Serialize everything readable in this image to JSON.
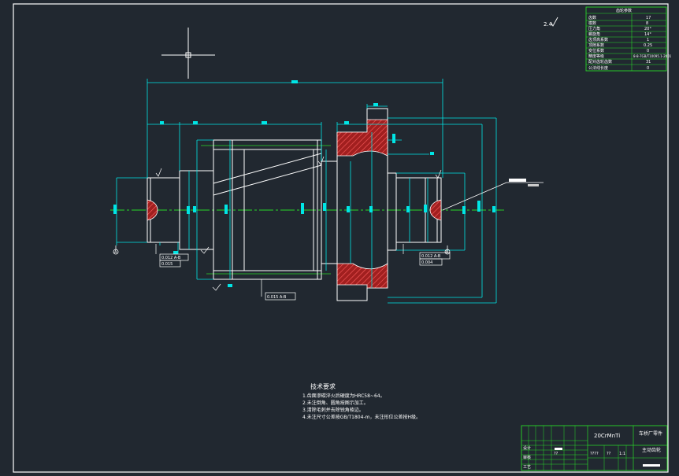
{
  "drawing": {
    "roughness_mark": "2.4",
    "tech_req": {
      "title": "技术要求",
      "items": [
        "1.齿面渗碳淬火后硬度为HRC58~64。",
        "2.未注倒角、圆角按图示加工。",
        "3.清除毛刺并去除锐角棱边。",
        "4.未注尺寸公差按GB/T1804-m，未注形位公差按H级。"
      ]
    },
    "gear_params": {
      "title": "齿轮参数",
      "rows": [
        [
          "齿数",
          "17"
        ],
        [
          "模数",
          "8"
        ],
        [
          "压力角",
          "20°"
        ],
        [
          "螺旋角",
          "14°"
        ],
        [
          "齿顶高系数",
          "1"
        ],
        [
          "顶隙系数",
          "0.25"
        ],
        [
          "变位系数",
          "0"
        ],
        [
          "精度等级",
          "8-8-7GB/T10095.1-2001"
        ],
        [
          "配对齿轮齿数",
          "31"
        ],
        [
          "公法线长度",
          "0"
        ]
      ]
    },
    "title_block": {
      "material": "20CrMnTi",
      "school": "车桥厂零件",
      "part_name": "主动齿轮",
      "scale": "1:1",
      "row_labels": [
        "设计",
        "审核",
        "工艺"
      ],
      "cells": [
        "????",
        "??",
        "??",
        "1:1"
      ]
    },
    "fcf": {
      "left_top": "0.012 A-B",
      "left_bottom": "0.015",
      "mid": "0.015 A-B",
      "right_top": "0.012 A-B",
      "right_bottom": "0.004"
    },
    "datums": {
      "a": "A",
      "b": "B"
    }
  },
  "colors": {
    "background": "#212830",
    "outline": "#ffffff",
    "dimension": "#00e5e5",
    "centerline": "#28d828",
    "section": "#cc2a2a",
    "leader": "#ffffff"
  }
}
